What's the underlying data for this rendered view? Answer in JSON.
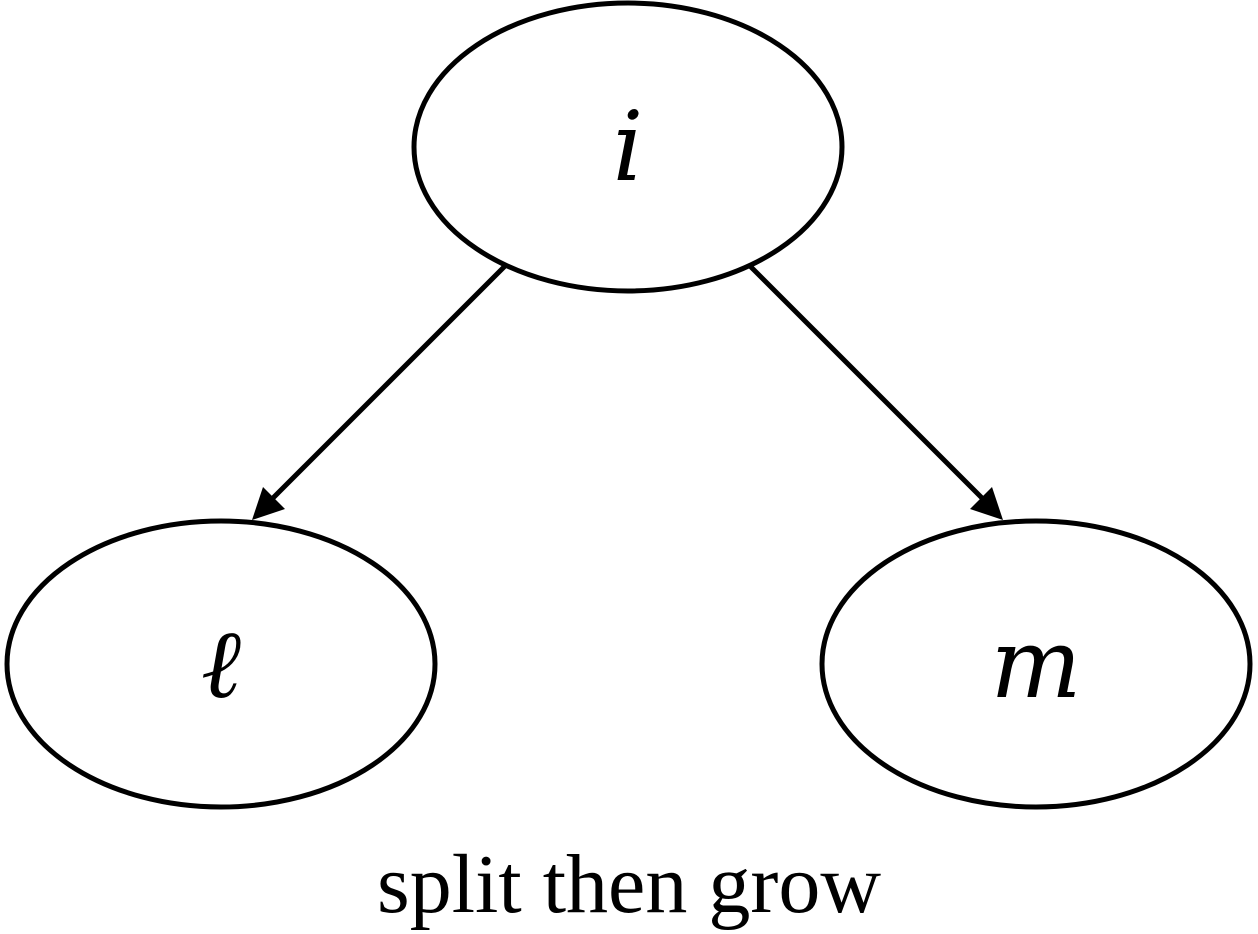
{
  "diagram": {
    "nodes": {
      "top": {
        "label": "i"
      },
      "left": {
        "label": "ℓ"
      },
      "right": {
        "label": "m"
      }
    },
    "edges": [
      {
        "from": "top",
        "to": "left"
      },
      {
        "from": "top",
        "to": "right"
      }
    ],
    "caption": "split then grow",
    "colors": {
      "stroke": "#000000",
      "fill": "#ffffff",
      "text": "#000000"
    }
  }
}
